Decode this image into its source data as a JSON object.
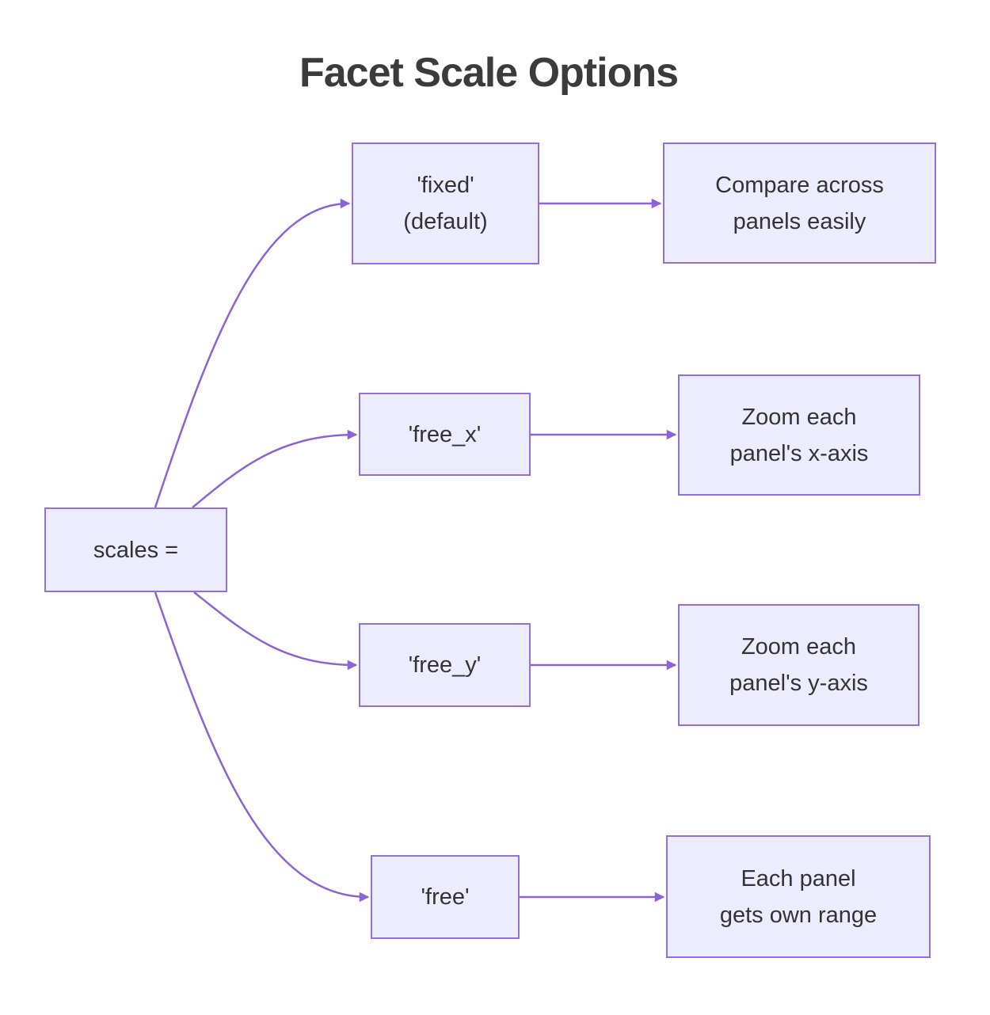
{
  "title": "Facet Scale Options",
  "colors": {
    "node_fill": "#ECECFF",
    "node_border": "#9370DB",
    "edge": "#8b63d6",
    "node_text": "#333333",
    "title_text": "#3b3b3b",
    "background": "#ffffff"
  },
  "nodes": {
    "root": {
      "label": "scales ="
    },
    "fixed": {
      "line1": "'fixed'",
      "line2": "(default)"
    },
    "fixed_desc": {
      "line1": "Compare across",
      "line2": "panels easily"
    },
    "free_x": {
      "label": "'free_x'"
    },
    "free_x_desc": {
      "line1": "Zoom each",
      "line2": "panel's x-axis"
    },
    "free_y": {
      "label": "'free_y'"
    },
    "free_y_desc": {
      "line1": "Zoom each",
      "line2": "panel's y-axis"
    },
    "free": {
      "label": "'free'"
    },
    "free_desc": {
      "line1": "Each panel",
      "line2": "gets own range"
    }
  },
  "edges": [
    {
      "from": "scales =",
      "to": "'fixed' (default)"
    },
    {
      "from": "scales =",
      "to": "'free_x'"
    },
    {
      "from": "scales =",
      "to": "'free_y'"
    },
    {
      "from": "scales =",
      "to": "'free'"
    },
    {
      "from": "'fixed' (default)",
      "to": "Compare across panels easily"
    },
    {
      "from": "'free_x'",
      "to": "Zoom each panel's x-axis"
    },
    {
      "from": "'free_y'",
      "to": "Zoom each panel's y-axis"
    },
    {
      "from": "'free'",
      "to": "Each panel gets own range"
    }
  ]
}
